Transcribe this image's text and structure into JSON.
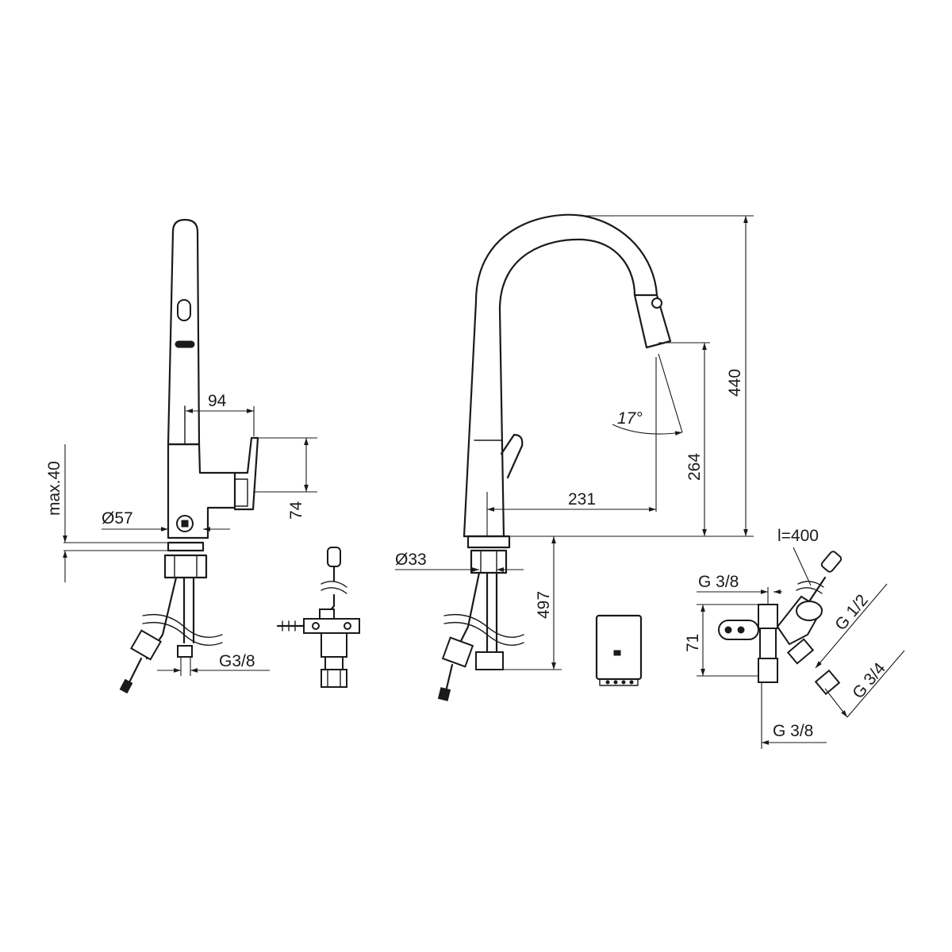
{
  "colors": {
    "line": "#1a1a1a",
    "background": "#ffffff"
  },
  "side_view": {
    "width_94": "94",
    "height_74": "74",
    "max_40": "max.40",
    "diameter_57": "Ø57",
    "thread_g38": "G3/8"
  },
  "front_view": {
    "height_440": "440",
    "height_264": "264",
    "reach_231": "231",
    "angle_17": "17°",
    "diameter_33": "Ø33",
    "depth_497": "497"
  },
  "valve_assembly": {
    "cable_length": "l=400",
    "thread_top": "G 3/8",
    "thread_half": "G 1/2",
    "thread_three_quarter": "G 3/4",
    "thread_bottom": "G 3/8",
    "height_71": "71"
  },
  "icons": [
    "faucet-side-view",
    "faucet-front-view",
    "connection-hose-detail",
    "control-box",
    "valve-assembly"
  ]
}
